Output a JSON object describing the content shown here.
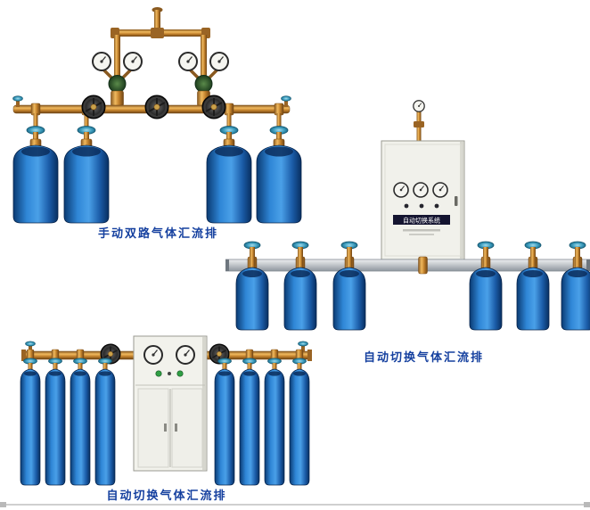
{
  "page": {
    "background_color": "#ffffff",
    "caption_color": "#15409f"
  },
  "products": [
    {
      "name": "manual-dual-gas-manifold",
      "caption": "手动双路气体汇流排",
      "cylinder_count": 4
    },
    {
      "name": "auto-switch-gas-manifold-wall",
      "caption": "自动切换气体汇流排",
      "cabinet_label": "自动切换系统",
      "cylinder_count": 6
    },
    {
      "name": "auto-switch-gas-manifold-floor",
      "caption": "自动切换气体汇流排",
      "cylinder_count": 8
    }
  ],
  "colors": {
    "brass_pipe": "#c9892f",
    "cylinder_blue": "#2f86d6",
    "valve_teal": "#3f9fc0",
    "cabinet_body": "#f1f1eb",
    "rail_silver": "#c8ccd0"
  }
}
